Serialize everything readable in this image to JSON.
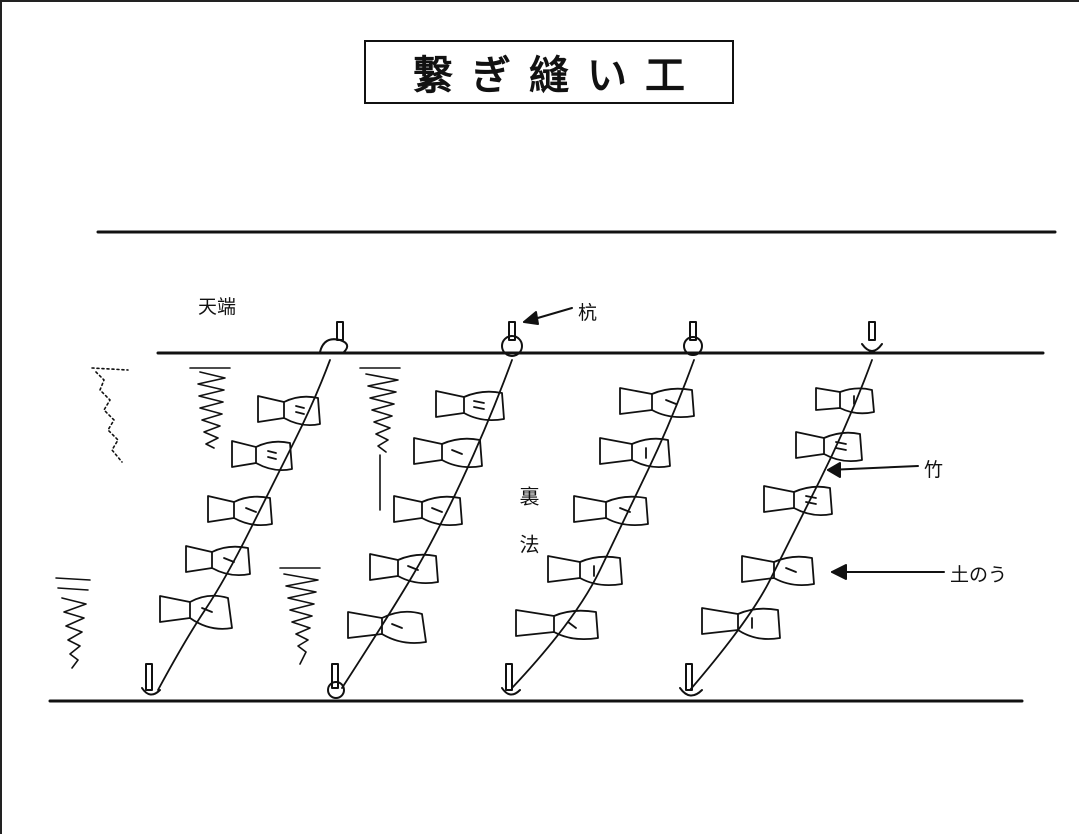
{
  "title": "繋ぎ縫い工",
  "labels": {
    "top_edge": "天端",
    "stake": "杭",
    "bamboo": "竹",
    "sandbag": "土のう",
    "back_slope": "裏法"
  },
  "colors": {
    "ink": "#111111",
    "paper": "#ffffff"
  },
  "icons": [
    "stake-icon",
    "sandbag-icon",
    "crack-mark-icon",
    "arrow-icon"
  ]
}
